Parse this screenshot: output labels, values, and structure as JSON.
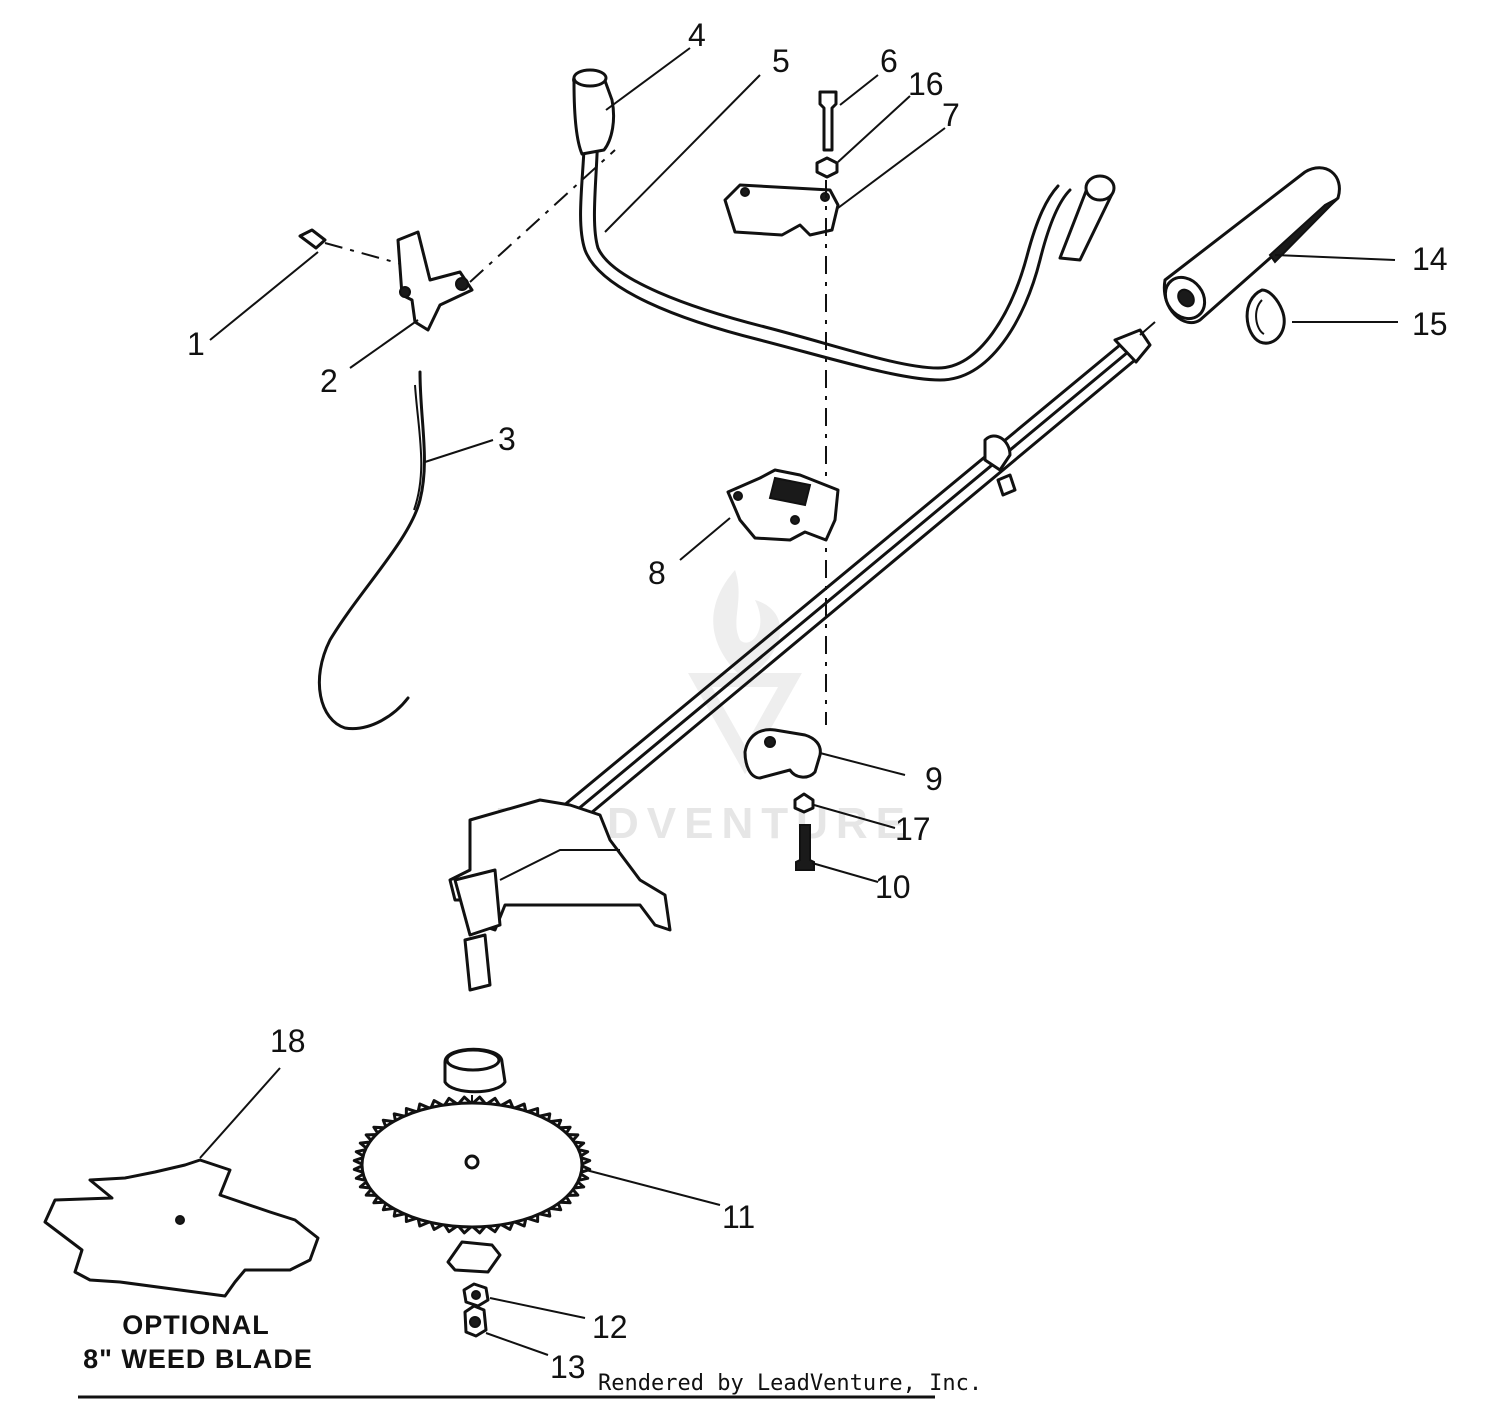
{
  "watermark": "LEADVENTURE",
  "credit": "Rendered by LeadVenture, Inc.",
  "optional_caption": {
    "line1": "OPTIONAL",
    "line2": "8\" WEED BLADE"
  },
  "callouts": [
    {
      "id": "1",
      "label": "1",
      "part": "screw"
    },
    {
      "id": "2",
      "label": "2",
      "part": "throttle-trigger"
    },
    {
      "id": "3",
      "label": "3",
      "part": "throttle-cable"
    },
    {
      "id": "4",
      "label": "4",
      "part": "handle-grip-left"
    },
    {
      "id": "5",
      "label": "5",
      "part": "handlebar"
    },
    {
      "id": "6",
      "label": "6",
      "part": "bolt"
    },
    {
      "id": "16",
      "label": "16",
      "part": "washer"
    },
    {
      "id": "7",
      "label": "7",
      "part": "clamp-upper"
    },
    {
      "id": "14",
      "label": "14",
      "part": "foam-grip"
    },
    {
      "id": "15",
      "label": "15",
      "part": "hose-clamp"
    },
    {
      "id": "8",
      "label": "8",
      "part": "clamp-lower"
    },
    {
      "id": "9",
      "label": "9",
      "part": "wing-knob"
    },
    {
      "id": "17",
      "label": "17",
      "part": "washer-lower"
    },
    {
      "id": "10",
      "label": "10",
      "part": "bolt-lower"
    },
    {
      "id": "18",
      "label": "18",
      "part": "weed-blade"
    },
    {
      "id": "11",
      "label": "11",
      "part": "saw-blade"
    },
    {
      "id": "12",
      "label": "12",
      "part": "nut"
    },
    {
      "id": "13",
      "label": "13",
      "part": "locknut"
    }
  ]
}
